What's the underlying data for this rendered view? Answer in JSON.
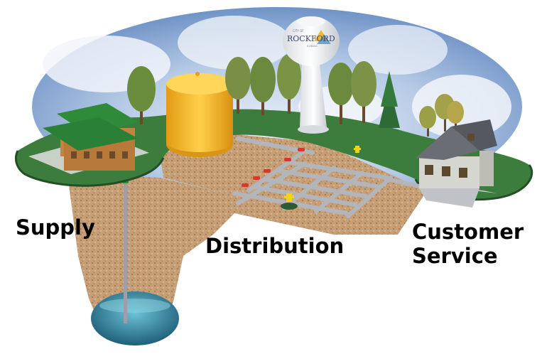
{
  "labels": {
    "supply": "Supply",
    "distribution": "Distribution",
    "customer_service": "Customer\nService"
  },
  "water_tower": {
    "logo_small_top": "CITY OF",
    "logo_name": "ROCKFORD",
    "logo_small_bottom": "ILLINOIS"
  },
  "colors": {
    "grass": "#3b7a3c",
    "soil": "#c9a27a",
    "sky": "#b9cde6",
    "tank": "#f2b92e",
    "roof": "#2f8a3a",
    "pipe": "#b9bcc0",
    "valve": "#d33a2c",
    "hydrant": "#f3d21a",
    "aquifer": "#3f8fa6"
  }
}
